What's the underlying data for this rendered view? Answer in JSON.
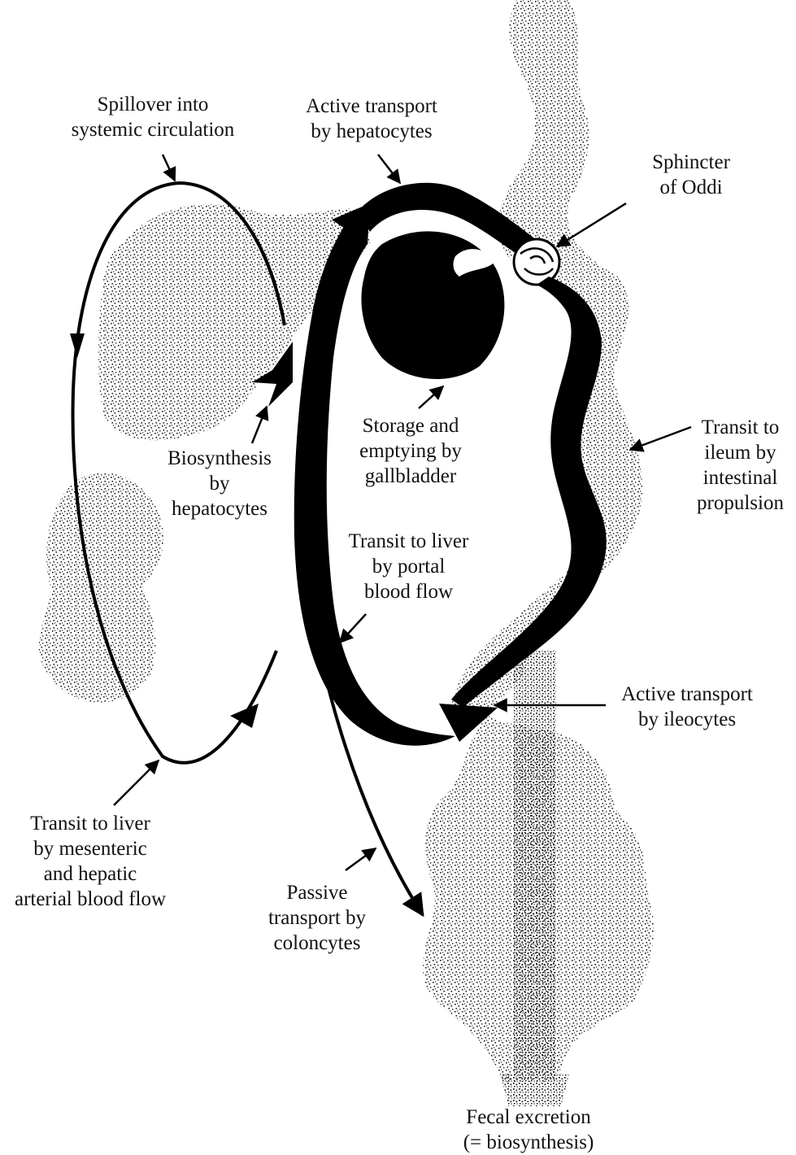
{
  "labels": {
    "spillover": [
      "Spillover into",
      "systemic circulation"
    ],
    "active_hepatocytes": [
      "Active transport",
      "by hepatocytes"
    ],
    "sphincter": [
      "Sphincter",
      "of Oddi"
    ],
    "storage": [
      "Storage and",
      "emptying by",
      "gallbladder"
    ],
    "transit_ileum": [
      "Transit  to",
      "ileum by",
      "intestinal",
      "propulsion"
    ],
    "biosynthesis": [
      "Biosynthesis",
      "by",
      "hepatocytes"
    ],
    "transit_portal": [
      "Transit to liver",
      "by portal",
      "blood flow"
    ],
    "active_ileocytes": [
      "Active transport",
      "by ileocytes"
    ],
    "transit_mesenteric": [
      "Transit to liver",
      "by mesenteric",
      "and hepatic",
      "arterial blood flow"
    ],
    "passive": [
      "Passive",
      "transport by",
      "coloncytes"
    ],
    "fecal": [
      "Fecal excretion",
      "(= biosynthesis)"
    ]
  },
  "colors": {
    "ink": "#000000",
    "stipple": "#1a1a1a",
    "background": "#ffffff"
  }
}
